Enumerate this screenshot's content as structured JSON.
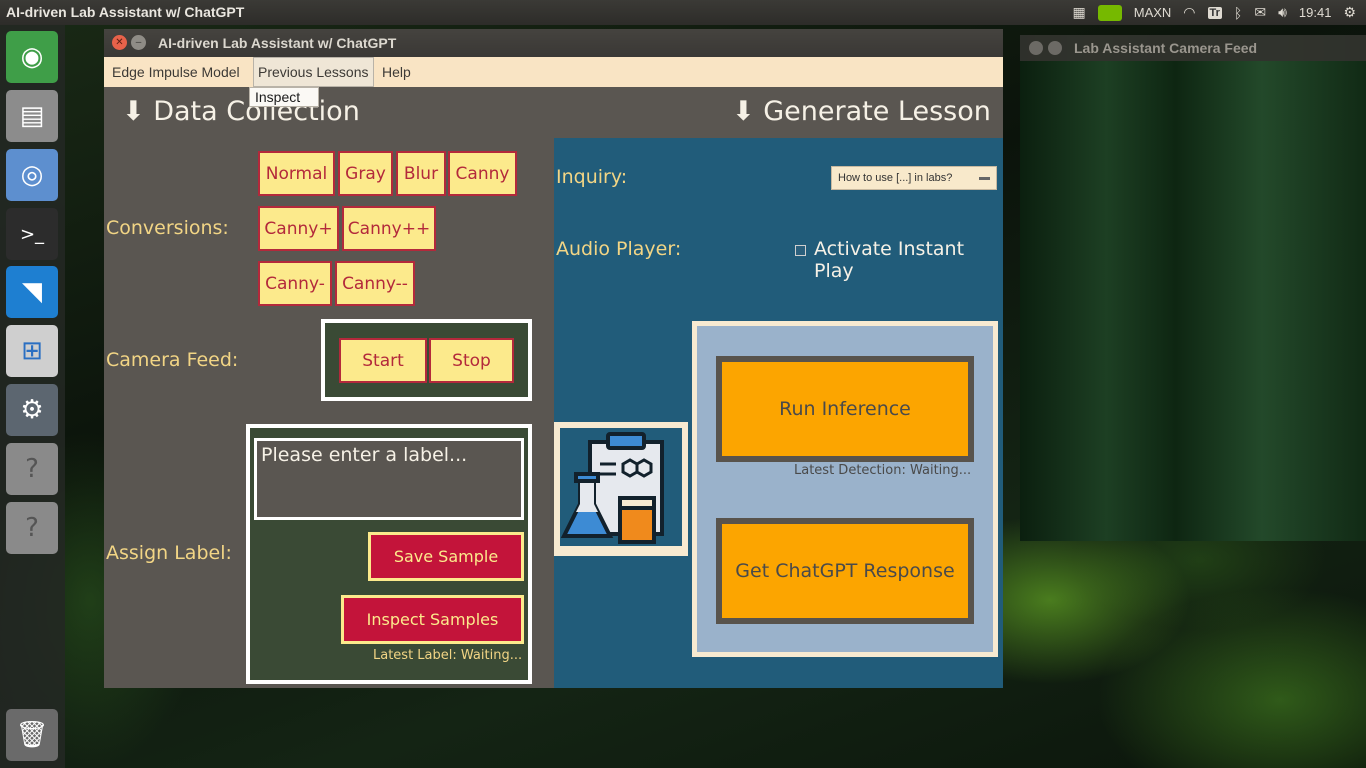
{
  "top_panel": {
    "title": "AI-driven Lab Assistant w/ ChatGPT",
    "tray": {
      "maxn": "MAXN",
      "tr": "Tr",
      "time": "19:41"
    }
  },
  "main_window": {
    "title": "AI-driven Lab Assistant w/ ChatGPT",
    "menu": {
      "edge_impulse": "Edge Impulse Model",
      "previous_lessons": "Previous Lessons",
      "help": "Help"
    },
    "dropdown": {
      "inspect": "Inspect"
    }
  },
  "data_collection": {
    "heading": "⬇ Data Collection",
    "conversions_label": "Conversions:",
    "conversions": {
      "normal": "Normal",
      "gray": "Gray",
      "blur": "Blur",
      "canny": "Canny",
      "canny_plus": "Canny+",
      "canny_plus_plus": "Canny++",
      "canny_minus": "Canny-",
      "canny_minus_minus": "Canny--"
    },
    "camera_label": "Camera Feed:",
    "camera": {
      "start": "Start",
      "stop": "Stop"
    },
    "assign_label": "Assign Label:",
    "label_placeholder": "Please enter a label...",
    "save_sample": "Save Sample",
    "inspect_samples": "Inspect Samples",
    "latest_label": "Latest Label: Waiting..."
  },
  "generate_lesson": {
    "heading": "⬇ Generate Lesson",
    "inquiry_label": "Inquiry:",
    "inquiry_value": "How to use [...] in labs?",
    "audio_label": "Audio Player:",
    "instant_play": "Activate Instant Play",
    "run_inference": "Run Inference",
    "latest_detection": "Latest Detection: Waiting...",
    "get_response": "Get ChatGPT Response"
  },
  "camera_window": {
    "title": "Lab Assistant Camera Feed"
  },
  "colors": {
    "button_yellow": "#fcea8c",
    "button_red": "#c3143a",
    "accent_orange": "#fca500",
    "panel_blue": "#215c7a"
  },
  "icons": {
    "launcher": [
      "ubuntu-icon",
      "files-icon",
      "chromium-icon",
      "terminal-icon",
      "vscode-icon",
      "software-center-icon",
      "settings-icon",
      "unknown-app-icon",
      "unknown-app-icon",
      "trash-icon"
    ],
    "tray": [
      "workspace-icon",
      "nvidia-icon",
      "wifi-icon",
      "keyboard-icon",
      "bluetooth-icon",
      "mail-icon",
      "volume-icon"
    ]
  }
}
